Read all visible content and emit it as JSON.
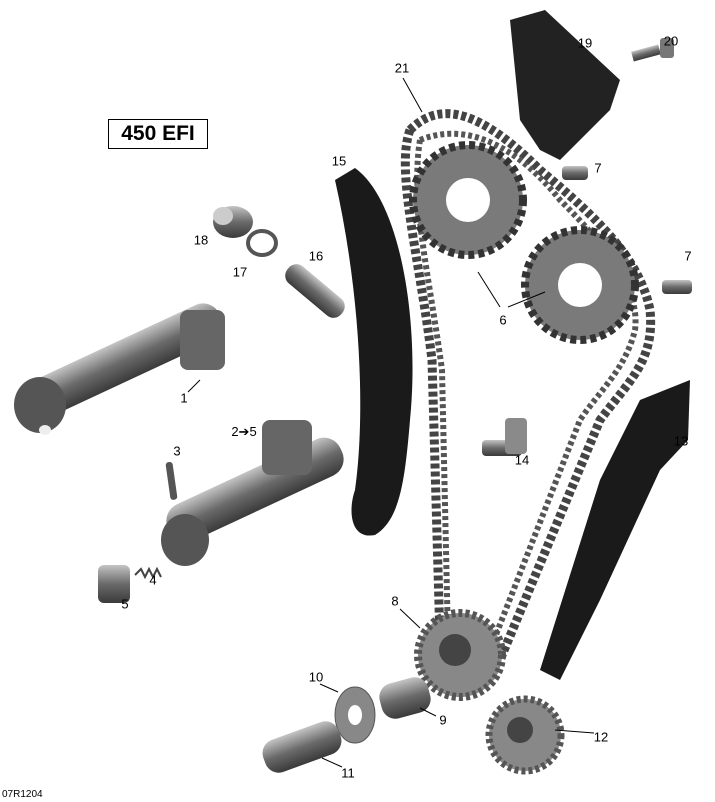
{
  "model_label": "450 EFI",
  "drawing_code": "07R1204",
  "callouts": {
    "c1": "1",
    "c2to5": "2➔5",
    "c3": "3",
    "c4": "4",
    "c5": "5",
    "c6": "6",
    "c7a": "7",
    "c7b": "7",
    "c8": "8",
    "c9": "9",
    "c10": "10",
    "c11": "11",
    "c12": "12",
    "c13": "13",
    "c14": "14",
    "c15": "15",
    "c16": "16",
    "c17": "17",
    "c18": "18",
    "c19": "19",
    "c20": "20",
    "c21": "21"
  },
  "colors": {
    "part_dark": "#1a1a1a",
    "part_grey": "#6e6e6e",
    "part_light": "#a8a8a8"
  }
}
